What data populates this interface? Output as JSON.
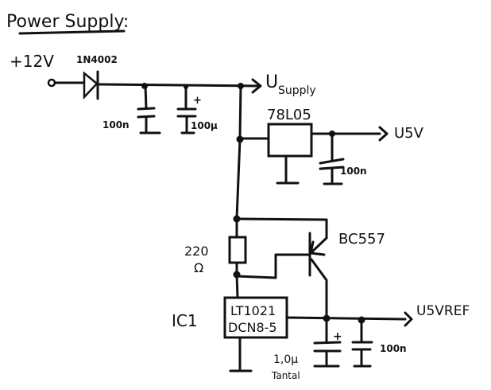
{
  "title": "Power Supply:",
  "input": {
    "label": "+12V"
  },
  "diode": {
    "label": "1N4002"
  },
  "caps": {
    "c_in_100n": "100n",
    "c_in_100u": "100µ",
    "c_in_100u_polarity": "+",
    "c_5v": "100n",
    "c_ref_tantal_value": "1,0µ",
    "c_ref_tantal_type": "Tantal",
    "c_ref_tantal_polarity": "+",
    "c_ref_100n": "100n"
  },
  "nets": {
    "supply_main": "U",
    "supply_sub": "Supply",
    "v5": "U5V",
    "v5ref": "U5VREF"
  },
  "regulator": {
    "label": "78L05"
  },
  "resistor": {
    "value": "220",
    "unit": "Ω"
  },
  "transistor": {
    "label": "BC557"
  },
  "ic1": {
    "ref": "IC1",
    "line1": "LT1021",
    "line2": "DCN8-5"
  }
}
